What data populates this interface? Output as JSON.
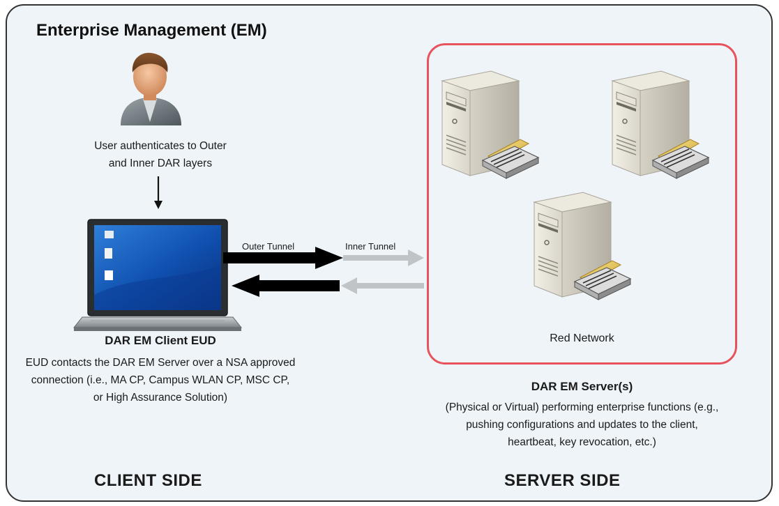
{
  "title": "Enterprise Management (EM)",
  "user": {
    "caption_line1": "User authenticates to Outer",
    "caption_line2": "and Inner DAR layers",
    "icon": "user-icon"
  },
  "client": {
    "title": "DAR EM Client EUD",
    "desc_line1": "EUD contacts the DAR EM Server over a NSA approved",
    "desc_line2": "connection (i.e., MA CP, Campus WLAN CP, MSC CP,",
    "desc_line3": "or High Assurance Solution)",
    "icon": "laptop-icon"
  },
  "tunnels": {
    "outer": "Outer Tunnel",
    "inner": "Inner Tunnel",
    "outer_color": "#000000",
    "inner_color": "#c0c4c7"
  },
  "network": {
    "label": "Red Network",
    "border_color": "#e8525c",
    "icon": "server-icon"
  },
  "server": {
    "title": "DAR EM Server(s)",
    "desc_line1": "(Physical or Virtual) performing enterprise functions (e.g.,",
    "desc_line2": "pushing configurations and updates to the client,",
    "desc_line3": "heartbeat, key revocation, etc.)"
  },
  "sides": {
    "client": "CLIENT SIDE",
    "server": "SERVER SIDE"
  }
}
